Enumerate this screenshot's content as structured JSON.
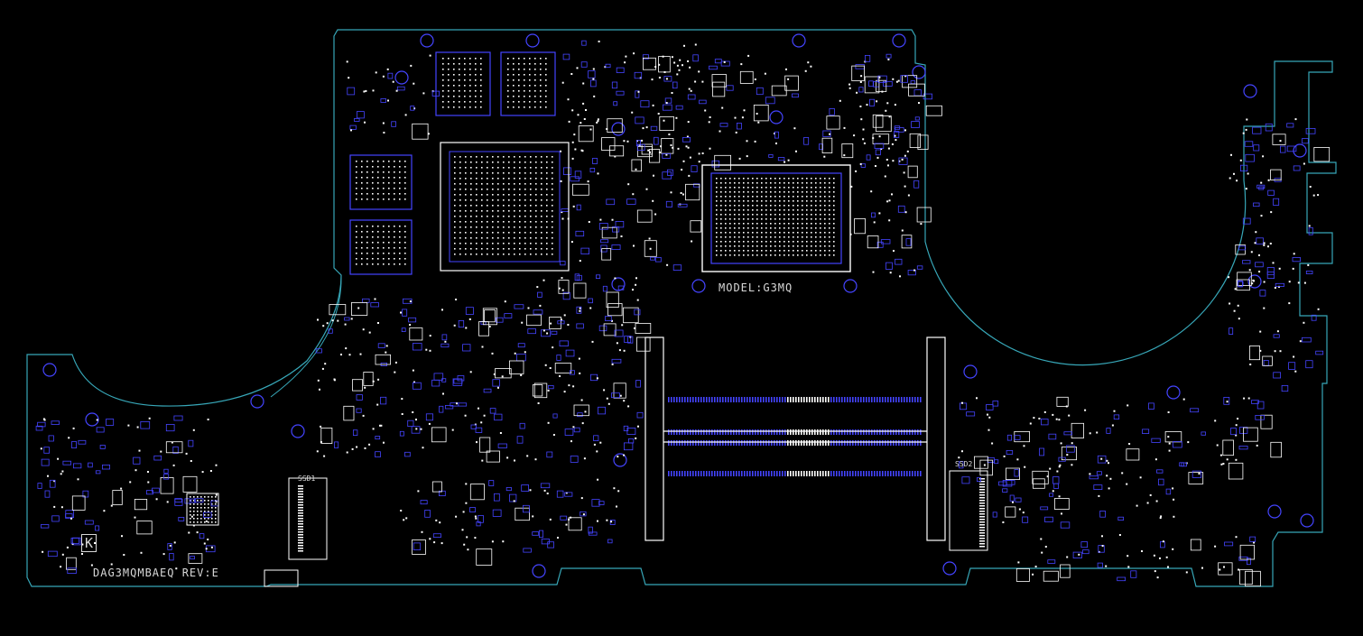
{
  "labels": {
    "model": "MODEL:G3MQ",
    "board_id": "DAG3MQMBAEQ REV:E",
    "ssd1": "SSD1",
    "ssd2": "SSD2",
    "logo_letter": "K"
  },
  "colors": {
    "background": "#000000",
    "outline": "#37a7b8",
    "component": "#4444ff",
    "pad": "#ffffff",
    "silkscreen": "#d8d8d8"
  }
}
